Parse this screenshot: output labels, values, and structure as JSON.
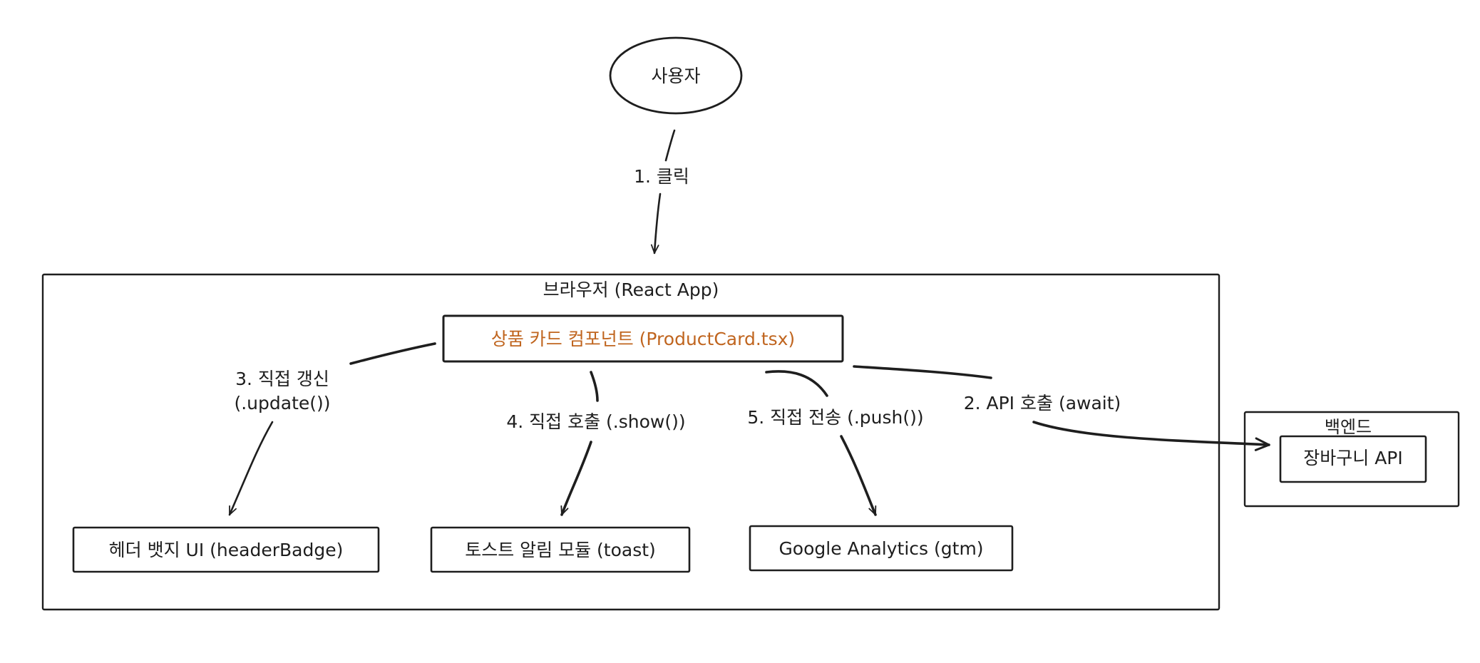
{
  "diagram": {
    "user_node": {
      "label": "사용자"
    },
    "browser_frame": {
      "label": "브라우저 (React App)"
    },
    "product_card": {
      "label": "상품 카드 컴포넌트 (ProductCard.tsx)",
      "fill_color": "#fde5de",
      "stroke_color": "#c0651f",
      "text_color": "#c0651f"
    },
    "header_badge": {
      "label": "헤더 뱃지 UI (headerBadge)"
    },
    "toast_module": {
      "label": "토스트 알림 모듈 (toast)"
    },
    "google_analytics": {
      "label": "Google Analytics (gtm)"
    },
    "backend_frame": {
      "label": "백엔드"
    },
    "cart_api": {
      "label": "장바구니 API"
    },
    "edges": {
      "click": {
        "label": "1. 클릭"
      },
      "api_call": {
        "label": "2. API 호출 (await)"
      },
      "direct_update": {
        "line1": "3. 직접 갱신",
        "line2": "(.update())"
      },
      "direct_call": {
        "label": "4. 직접 호출 (.show())"
      },
      "direct_send": {
        "label": "5. 직접 전송 (.push())"
      }
    }
  }
}
